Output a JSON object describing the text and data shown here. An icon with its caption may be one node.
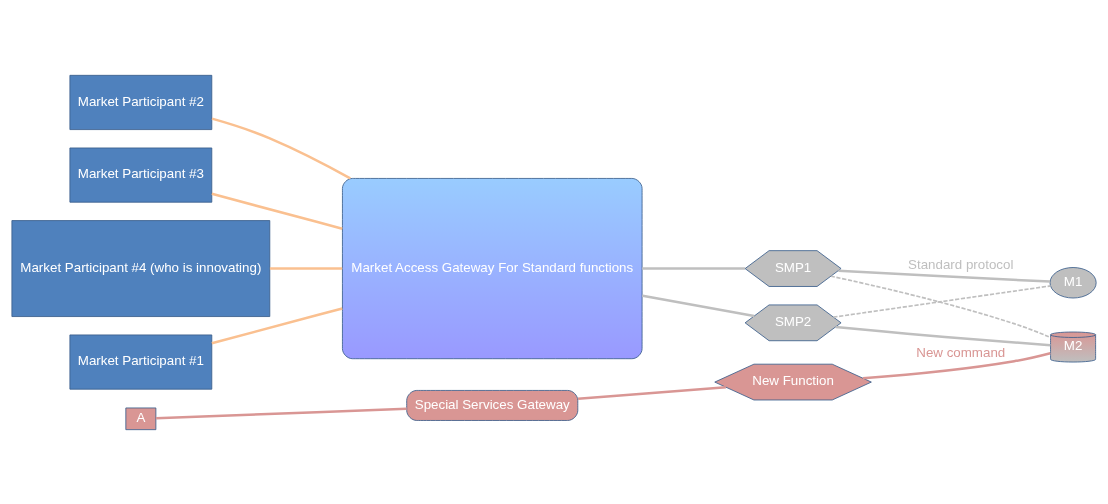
{
  "diagram": {
    "nodes": [
      {
        "text": [
          "Market Participant #1"
        ]
      },
      {
        "text": [
          "Market Participant #2"
        ]
      },
      {
        "text": [
          "Market Participant #3"
        ]
      },
      {
        "text": [
          "Market Participant #4 (who is innovating)"
        ]
      },
      {
        "text": [
          "A"
        ]
      },
      {
        "text": [
          "Market Access Gateway For Standard functions"
        ]
      },
      {
        "text": [
          "Special Services Gateway"
        ]
      },
      {
        "text": [
          "SMP1"
        ]
      },
      {
        "text": [
          "SMP2"
        ]
      },
      {
        "text": [
          "New Function"
        ]
      },
      {
        "text": [
          "M1"
        ]
      },
      {
        "text": [
          "M2"
        ]
      }
    ],
    "edges": [
      {
        "from": 0,
        "to": 5,
        "arrow": "none",
        "color": "#fac090"
      },
      {
        "from": 1,
        "to": 5,
        "arrow": "none",
        "color": "#fac090"
      },
      {
        "from": 2,
        "to": 5,
        "arrow": "none",
        "color": "#fac090"
      },
      {
        "from": 3,
        "to": 5,
        "arrow": "none",
        "color": "#fac090"
      },
      {
        "from": 5,
        "to": 7,
        "arrow": "none"
      },
      {
        "from": 5,
        "to": 8,
        "arrow": "none"
      },
      {
        "from": 7,
        "to": 10,
        "arrow": "none",
        "label": "Standard protocol"
      },
      {
        "from": 7,
        "to": 11,
        "arrow": "none",
        "style": "dashed"
      },
      {
        "from": 8,
        "to": 10,
        "arrow": "none",
        "style": "dashed"
      },
      {
        "from": 8,
        "to": 11,
        "arrow": "none"
      },
      {
        "from": 4,
        "to": 6,
        "arrow": "none",
        "color": "#d99694"
      },
      {
        "from": 6,
        "to": 9,
        "arrow": "none",
        "color": "#d99694"
      },
      {
        "from": 9,
        "to": 11,
        "arrow": "none",
        "label": "New command",
        "color": "#d99694"
      }
    ]
  }
}
